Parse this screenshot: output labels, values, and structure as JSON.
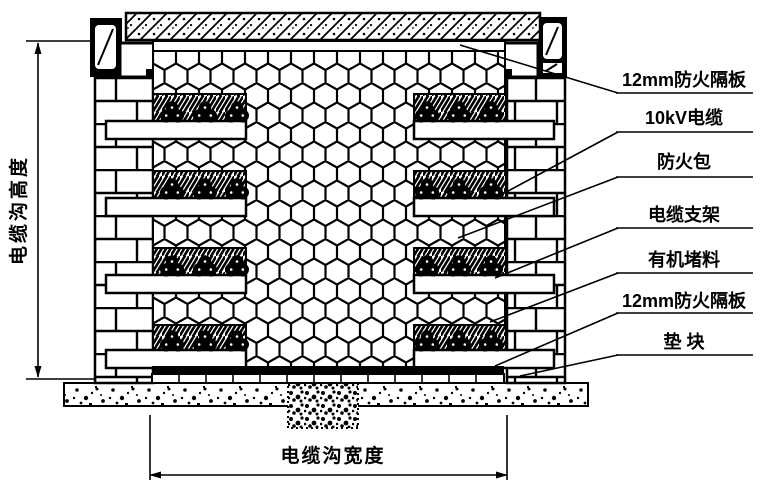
{
  "diagram": {
    "kind": "cable-trench-fire-stopping-cross-section",
    "colors": {
      "line": "#000000",
      "background": "#ffffff"
    }
  },
  "labels": {
    "height_dimension": "电缆沟高度",
    "width_dimension": "电缆沟宽度"
  },
  "callouts": [
    {
      "label": "12mm防火隔板"
    },
    {
      "label": "10kV电缆"
    },
    {
      "label": "防火包"
    },
    {
      "label": "电缆支架"
    },
    {
      "label": "有机堵料"
    },
    {
      "label": "12mm防火隔板"
    },
    {
      "label": "垫 块"
    }
  ]
}
